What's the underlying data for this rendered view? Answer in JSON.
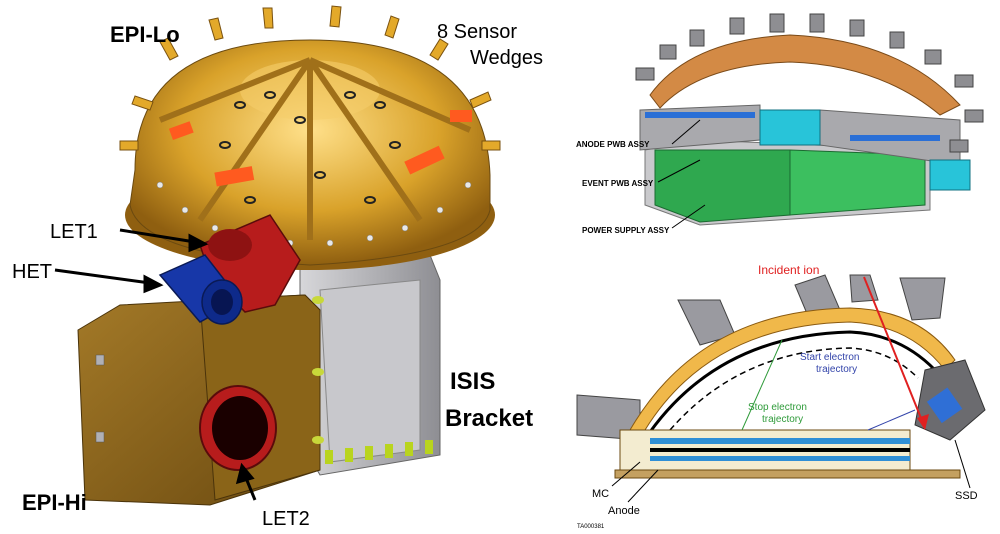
{
  "left_labels": {
    "epi_lo": "EPI-Lo",
    "sensor_wedges_line1": "8 Sensor",
    "sensor_wedges_line2": "Wedges",
    "let1": "LET1",
    "het": "HET",
    "isis_line1": "ISIS",
    "isis_line2": "Bracket",
    "epi_hi": "EPI-Hi",
    "let2": "LET2"
  },
  "top_right_labels": {
    "anode": "ANODE PWB ASSY",
    "event": "EVENT PWB ASSY",
    "power": "POWER SUPPLY ASSY"
  },
  "bottom_right_labels": {
    "incident_ion": "Incident ion",
    "start_line1": "Start electron",
    "start_line2": "trajectory",
    "stop_line1": "Stop electron",
    "stop_line2": "trajectory",
    "mc": "MC",
    "anode": "Anode",
    "ssd": "SSD",
    "figure_id": "TA000381"
  },
  "colors": {
    "gold": "#d9a22a",
    "bronze": "#8a6418",
    "red_tube": "#b71c1c",
    "blue_tube": "#1737a8",
    "bracket_grey": "#b9b9bd",
    "incident_red": "#e02020",
    "start_blue": "#3344aa",
    "stop_green": "#2f9b3a"
  }
}
